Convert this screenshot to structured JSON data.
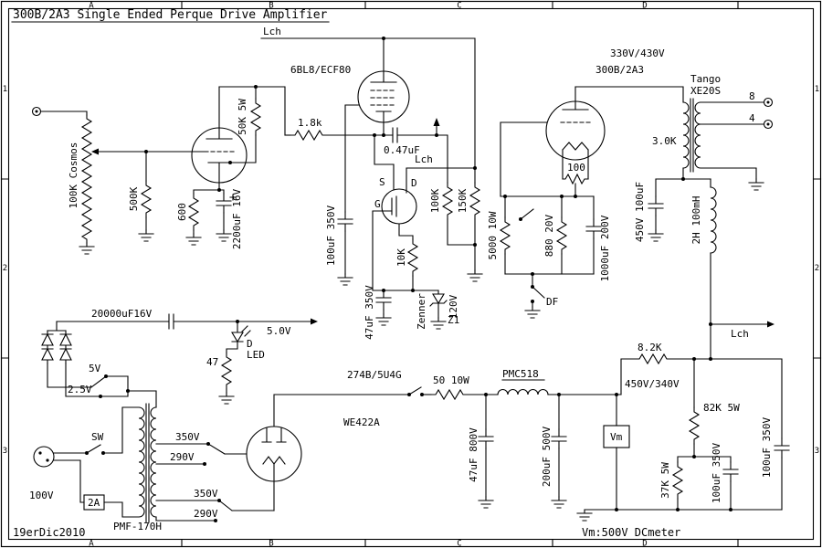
{
  "title_block": {
    "title": "300B/2A3 Single Ended Perque Drive Amplifier",
    "date": "19erDic2010",
    "meter_note": "Vm:500V DCmeter"
  },
  "grid": {
    "cols": [
      "A",
      "B",
      "C",
      "D"
    ],
    "rows": [
      "1",
      "2",
      "3"
    ]
  },
  "labels": {
    "lch_top": "Lch",
    "tube_driver": "6BL8/ECF80",
    "b_plus": "330V/430V",
    "tube_power": "300B/2A3",
    "opt_brand": "Tango",
    "opt_model": "XE20S",
    "tap_8": "8",
    "tap_4": "4",
    "opt_primary_z": "3.0K",
    "hum_pot": "100",
    "r_plate": "1.8k",
    "c_coupling": "0.47uF",
    "lch_mid": "Lch",
    "r_anode": "50K 5W",
    "pot_vol": "100K Cosmos",
    "r_grid_leak": "500K",
    "r_cathode": "600",
    "c_cathode": "2200uF 16V",
    "c_decouple": "100uF 350V",
    "fet_s": "S",
    "fet_d": "D",
    "fet_g": "G",
    "r_100k": "100K",
    "r_150k": "150K",
    "r_10k": "10K",
    "c_47uf": "47uF 350V",
    "zener": "Zenner",
    "zener_ref": "Z1",
    "zener_v": "120V",
    "r_5000": "5000 10W",
    "r_880": "880 20V",
    "c_1000uf": "1000uF 200V",
    "df": "DF",
    "c_450v": "450V 100uF",
    "choke_sec": "2H 100mH",
    "c_20000uf": "20000uF16V",
    "v_5_0": "5.0V",
    "led_d": "D",
    "led": "LED",
    "r_47": "47",
    "tap_5v": "5V",
    "tap_2_5v": "2.5V",
    "tube_rect": "274B/5U4G",
    "r_50": "50 10W",
    "choke_main": "PMC518",
    "v_rail": "450V/340V",
    "r_8_2k": "8.2K",
    "lch_right": "Lch",
    "tube_rect_alt": "WE422A",
    "sw": "SW",
    "tap_350a": "350V",
    "tap_290a": "290V",
    "tap_350b": "350V",
    "tap_290b": "290V",
    "v_mains": "100V",
    "fuse": "2A",
    "pt_model": "PMF-170H",
    "c_47uf_800": "47uF 800V",
    "c_200uf": "200uF 500V",
    "vm": "Vm",
    "r_82k": "82K 5W",
    "r_37k": "37K 5W",
    "c_100uf_b": "100uF 350V",
    "c_100uf_c": "100uF 350V"
  }
}
